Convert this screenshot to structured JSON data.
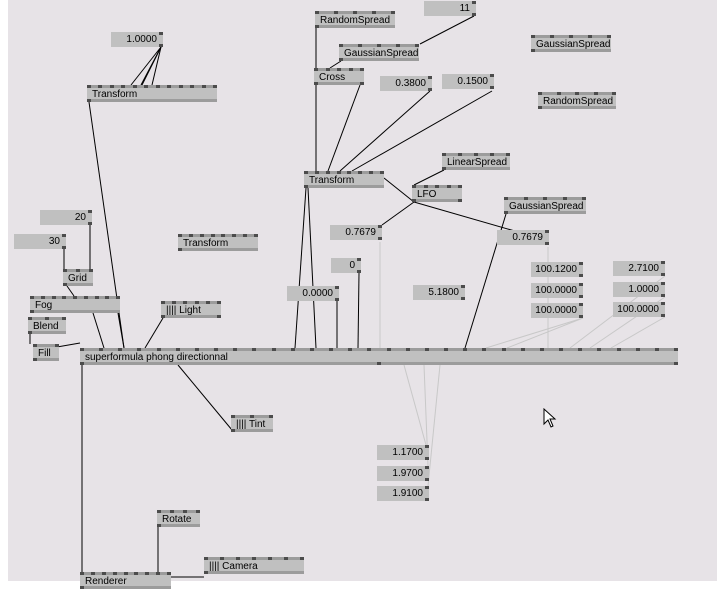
{
  "nodes": {
    "transform_a": "Transform",
    "random_spread_a": "RandomSpread",
    "gaussian_spread_a": "GaussianSpread",
    "cross": "Cross",
    "gaussian_spread_b": "GaussianSpread",
    "random_spread_b": "RandomSpread",
    "transform_b": "Transform",
    "linear_spread": "LinearSpread",
    "lfo": "LFO",
    "gaussian_spread_c": "GaussianSpread",
    "grid": "Grid",
    "transform_c": "Transform",
    "fog": "Fog",
    "light": "|||| Light",
    "blend": "Blend",
    "fill": "Fill",
    "superformula": "superformula phong directionnal",
    "tint": "|||| Tint",
    "rotate": "Rotate",
    "camera": "|||| Camera",
    "renderer": "Renderer"
  },
  "ioboxes": {
    "v_1_0000_a": "1.0000",
    "v_11": "11",
    "v_0_3800": "0.3800",
    "v_0_1500": "0.1500",
    "v_0_7679_a": "0.7679",
    "v_0_7679_b": "0.7679",
    "v_0": "0",
    "v_0_0000": "0.0000",
    "v_5_1800": "5.1800",
    "v_100_1200": "100.1200",
    "v_100_0000_a": "100.0000",
    "v_100_0000_b": "100.0000",
    "v_2_7100": "2.7100",
    "v_1_0000_b": "1.0000",
    "v_100_0000_c": "100.0000",
    "v_20": "20",
    "v_30": "30",
    "v_1_1700": "1.1700",
    "v_1_9700": "1.9700",
    "v_1_9100": "1.9100"
  },
  "colors": {
    "canvas": "#e7e3e7",
    "node": "#c0c0c0",
    "link": "#000000",
    "spread_link": "#c8c8c8"
  }
}
